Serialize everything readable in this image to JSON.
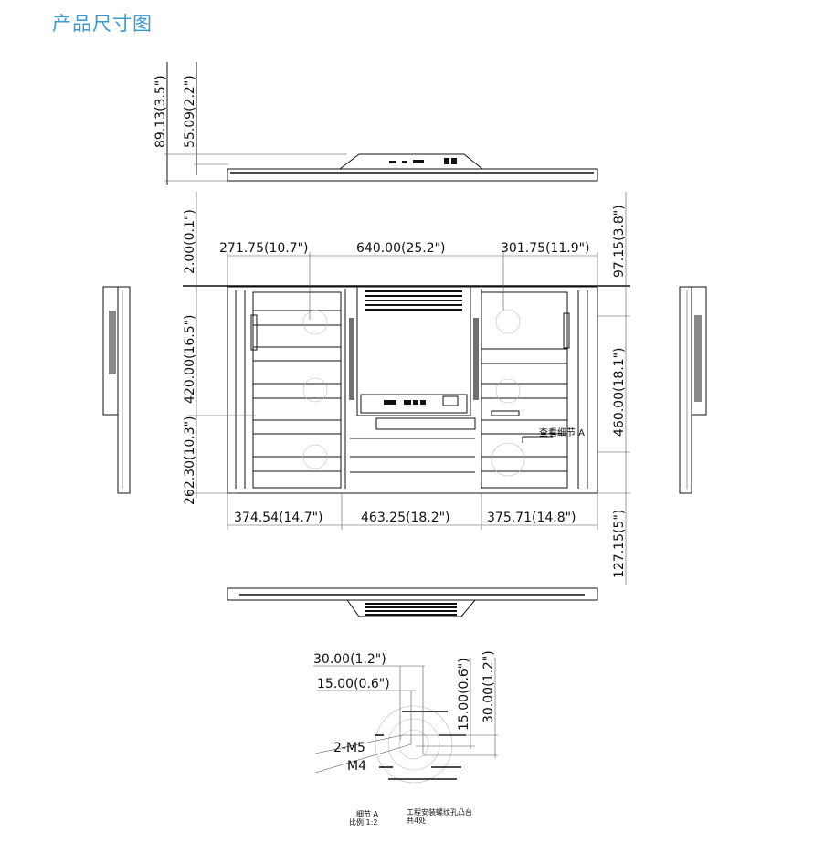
{
  "title": "产品尺寸图",
  "top_view": {
    "dims": {
      "total_depth": "89.13(3.5\")",
      "body_depth": "55.09(2.2\")"
    }
  },
  "rear_view": {
    "top_dims": [
      "271.75(10.7\")",
      "640.00(25.2\")",
      "301.75(11.9\")"
    ],
    "left_dims": [
      "2.00(0.1\")",
      "420.00(16.5\")",
      "262.30(10.3\")"
    ],
    "right_dims": [
      "97.15(3.8\")",
      "460.00(18.1\")",
      "127.15(5\")"
    ],
    "bottom_dims": [
      "374.54(14.7\")",
      "463.25(18.2\")",
      "375.71(14.8\")"
    ],
    "callout": "查看细节 A"
  },
  "detail_a": {
    "h_dims": [
      "30.00(1.2\")",
      "15.00(0.6\")"
    ],
    "v_dims": [
      "15.00(0.6\")",
      "30.00(1.2\")"
    ],
    "labels": [
      "2-M5",
      "M4"
    ],
    "caption_left_1": "细节  A",
    "caption_left_2": "比例  1:2",
    "caption_right_1": "工程安装螺纹孔凸台",
    "caption_right_2": "共4处"
  },
  "colors": {
    "title": "#3a9ad0",
    "line": "#111111"
  }
}
